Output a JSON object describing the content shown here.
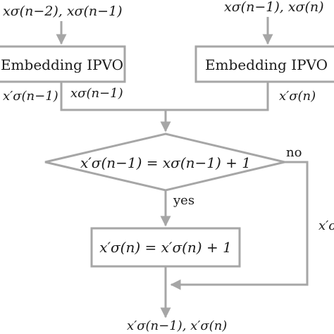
{
  "inputs": {
    "left_pair": "xσ(n−2), xσ(n−1)",
    "right_pair": "xσ(n−1), xσ(n)"
  },
  "blocks": {
    "embed_left": "Embedding IPVO",
    "embed_right": "Embedding IPVO",
    "decision": "x′σ(n−1) = xσ(n−1) + 1",
    "process": "x′σ(n) = x′σ(n) + 1"
  },
  "edge_labels": {
    "left_out_prime": "x′σ(n−1)",
    "left_out": "xσ(n−1)",
    "right_out_prime": "x′σ(n)",
    "yes": "yes",
    "no": "no",
    "right_side_cut": "x′σ"
  },
  "output": "x′σ(n−1), x′σ(n)"
}
